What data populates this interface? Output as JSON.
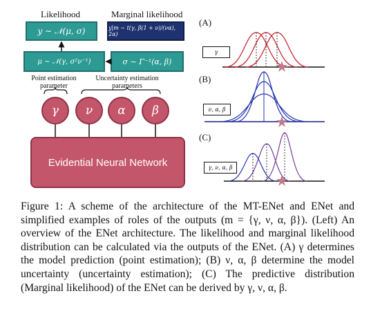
{
  "figure": {
    "left": {
      "likelihood_label": "Likelihood",
      "marginal_label": "Marginal likelihood",
      "likelihood_formula": "y ∼ 𝒩(μ, σ)",
      "marginal_formula": "y|m ∼ t(γ, β(1 + ν)/(να), 2α)",
      "mu_formula": "μ ∼ 𝒩(γ, σ²ν⁻¹)",
      "sigma_formula": "σ ∼ Γ⁻¹(α, β)",
      "point_estimation_label": "Point estimation parameter",
      "uncertainty_label": "Uncertainty estimation parameters",
      "outputs": [
        "γ",
        "ν",
        "α",
        "β"
      ],
      "network_label": "Evidential Neural Network"
    },
    "right": {
      "panels": [
        {
          "tag": "(A)",
          "input": "γ"
        },
        {
          "tag": "(B)",
          "input": "ν, α, β"
        },
        {
          "tag": "(C)",
          "input": "γ, ν, α, β"
        }
      ]
    }
  },
  "caption": {
    "text": "Figure 1: A scheme of the architecture of the MT-ENet and ENet and simplified examples of roles of the outputs (m = {γ, ν, α, β}). (Left) An overview of the ENet architecture. The likelihood and marginal likelihood distribution can be calculated via the outputs of the ENet. (A) γ determines the model prediction (point estimation); (B) ν, α, β determine the model uncertainty (uncertainty estimation); (C) The predictive distribution (Marginal likelihood) of the ENet can be derived by γ, ν, α, β."
  }
}
